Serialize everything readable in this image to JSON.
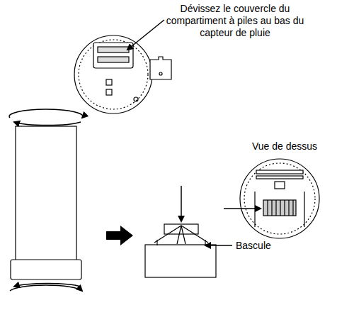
{
  "diagram": {
    "labels": [
      "Dévissez le couvercle du compartiment à piles au bas du capteur de pluie",
      "Vue de dessus",
      "Bascule"
    ]
  }
}
